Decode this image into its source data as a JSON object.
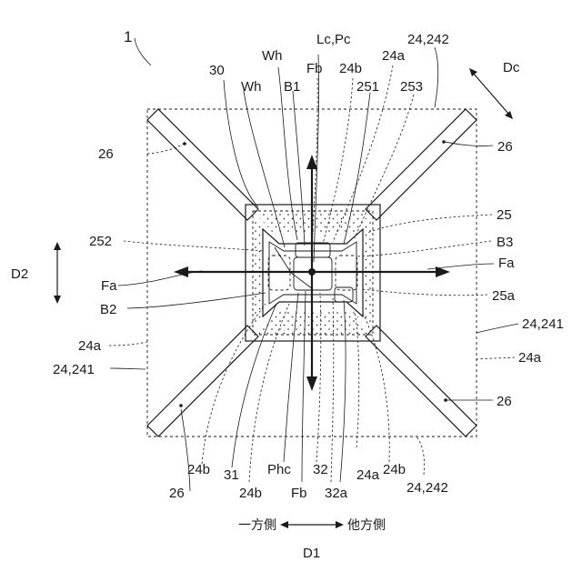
{
  "figure_labels": {
    "ref_1": "1",
    "wh_upper": "Wh",
    "lc_pc": "Lc,Pc",
    "r24_242_top": "24,242",
    "dc": "Dc",
    "r30": "30",
    "wh_lower": "Wh",
    "b1": "B1",
    "fb_top": "Fb",
    "r24b_top": "24b",
    "r24a_top": "24a",
    "r251": "251",
    "r253": "253",
    "r26_top_left": "26",
    "r26_top_right": "26",
    "r25": "25",
    "r252": "252",
    "b3": "B3",
    "d2": "D2",
    "fa_left": "Fa",
    "fa_right": "Fa",
    "b2": "B2",
    "r25a": "25a",
    "r24_241_right": "24,241",
    "r24a_left": "24a",
    "r24a_right": "24a",
    "r24_241_left": "24,241",
    "r26_bottom_right": "26",
    "r24b_bottom_left": "24b",
    "r31": "31",
    "phc": "Phc",
    "r32": "32",
    "r24a_bottom": "24a",
    "r24b_bottom_right": "24b",
    "r26_bottom_left": "26",
    "r24b_bottom_mid": "24b",
    "fb_bottom": "Fb",
    "r32a": "32a",
    "r24_242_bottom": "24,242",
    "one_side": "一方側",
    "other_side": "他方側",
    "d1": "D1"
  }
}
